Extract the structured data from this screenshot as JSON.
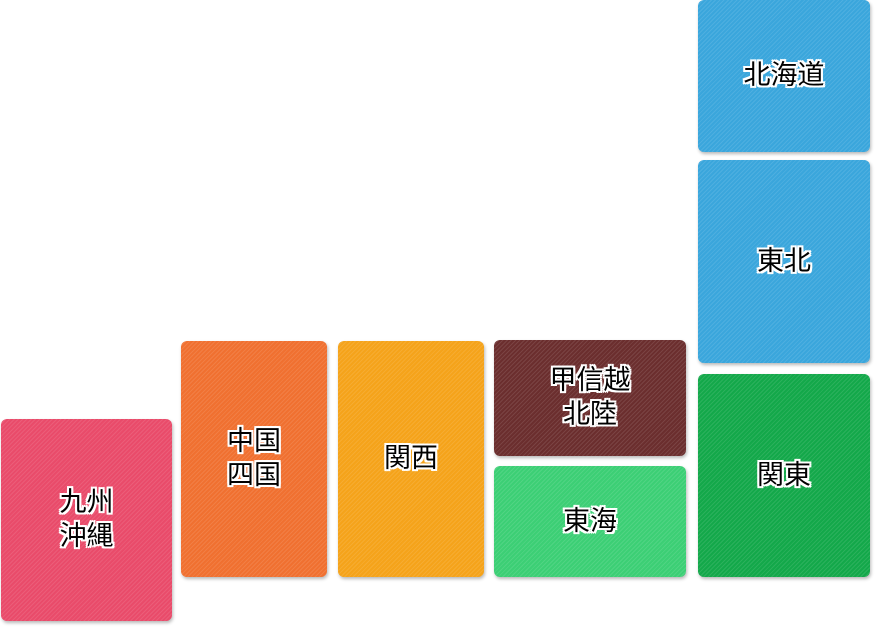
{
  "regions": {
    "kyushu": {
      "label": "九州\n沖縄",
      "color": "#e94b6a"
    },
    "chugoku": {
      "label": "中国\n四国",
      "color": "#f07030"
    },
    "kansai": {
      "label": "関西",
      "color": "#f5a31a"
    },
    "koshin": {
      "label": "甲信越\n北陸",
      "color": "#6b2e2e"
    },
    "tokai": {
      "label": "東海",
      "color": "#3ccf75"
    },
    "hokkaido": {
      "label": "北海道",
      "color": "#3aa6dc"
    },
    "tohoku": {
      "label": "東北",
      "color": "#3aa6dc"
    },
    "kanto": {
      "label": "関東",
      "color": "#13a84a"
    }
  }
}
